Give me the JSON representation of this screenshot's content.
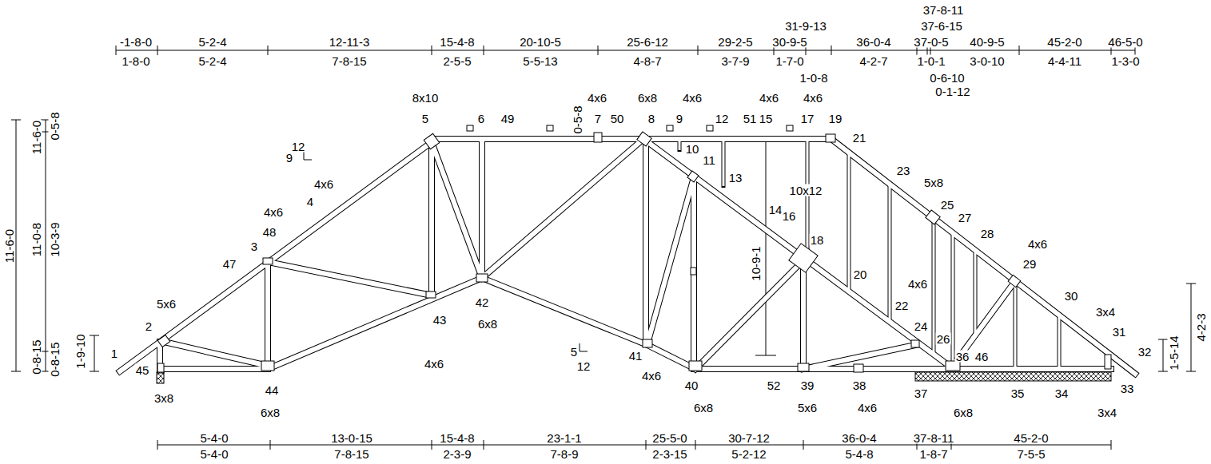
{
  "diagram": {
    "labels": [
      "-1-8-0",
      "5-2-4",
      "12-11-3",
      "15-4-8",
      "20-10-5",
      "25-6-12",
      "29-2-5",
      "30-9-5",
      "31-9-13",
      "36-0-4",
      "37-0-5",
      "37-6-15",
      "37-8-11",
      "40-9-5",
      "45-2-0",
      "46-5-0",
      "1-8-0",
      "5-2-4",
      "7-8-15",
      "2-5-5",
      "5-5-13",
      "4-8-7",
      "3-7-9",
      "1-7-0",
      "1-0-8",
      "4-2-7",
      "1-0-1",
      "0-6-10",
      "0-1-12",
      "3-0-10",
      "4-4-11",
      "1-3-0",
      "5-4-0",
      "5-4-0",
      "13-0-15",
      "7-8-15",
      "15-4-8",
      "2-3-9",
      "23-1-1",
      "7-8-9",
      "25-5-0",
      "2-3-15",
      "30-7-12",
      "5-2-12",
      "36-0-4",
      "5-4-8",
      "37-8-11",
      "1-8-7",
      "45-2-0",
      "7-5-5",
      "11-6-0",
      "11-6-0",
      "0-5-8",
      "11-0-8",
      "10-3-9",
      "0-8-15",
      "0-8-15",
      "1-9-10",
      "4-2-3",
      "1-5-14",
      "10-9-1",
      "0-5-8",
      "12",
      "9",
      "5",
      "12",
      "8x10",
      "4x6",
      "6x8",
      "4x6",
      "4x6",
      "4x6",
      "4x6",
      "4x6",
      "5x6",
      "3x8",
      "6x8",
      "4x6",
      "6x8",
      "10x12",
      "5x8",
      "4x6",
      "3x4",
      "4x6",
      "4x6",
      "6x8",
      "5x6",
      "4x6",
      "6x8",
      "3x4",
      "1",
      "2",
      "3",
      "4",
      "5",
      "6",
      "7",
      "8",
      "9",
      "10",
      "11",
      "12",
      "13",
      "14",
      "15",
      "16",
      "17",
      "18",
      "19",
      "20",
      "21",
      "22",
      "23",
      "24",
      "25",
      "26",
      "27",
      "28",
      "29",
      "30",
      "31",
      "32",
      "33",
      "34",
      "35",
      "36",
      "37",
      "38",
      "39",
      "40",
      "41",
      "42",
      "43",
      "44",
      "45",
      "46",
      "47",
      "48",
      "49",
      "50",
      "51",
      "52"
    ]
  }
}
